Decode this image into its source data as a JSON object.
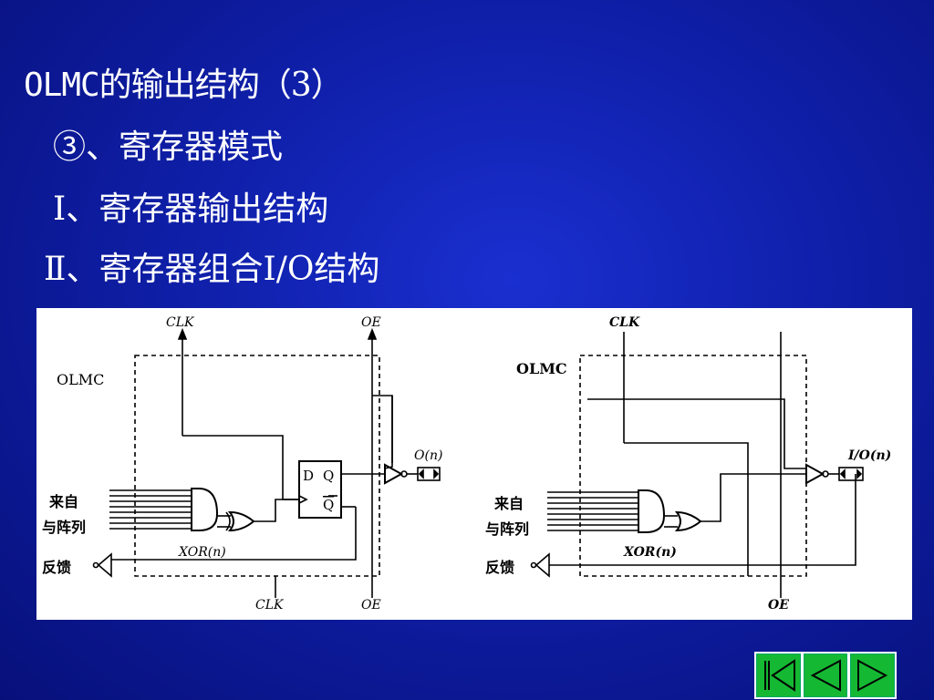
{
  "slide": {
    "title_prefix": "OLMC",
    "title_suffix": "的输出结构（3）",
    "lines": [
      "③、寄存器模式",
      "Ⅰ、寄存器输出结构",
      "Ⅱ、寄存器组合I/O结构"
    ]
  },
  "diagram_left": {
    "clk_top": "CLK",
    "oe_top": "OE",
    "block": "OLMC",
    "input_label_1": "来自",
    "input_label_2": "与阵列",
    "feedback": "反馈",
    "xor": "XOR(n)",
    "out": "O(n)",
    "ff_d": "D",
    "ff_q": "Q",
    "ff_qbar": "Q",
    "clk_bottom": "CLK",
    "oe_bottom": "OE"
  },
  "diagram_right": {
    "clk_top": "CLK",
    "block": "OLMC",
    "input_label_1": "来自",
    "input_label_2": "与阵列",
    "feedback": "反馈",
    "xor": "XOR(n)",
    "out": "I/O(n)",
    "oe_bottom": "OE"
  },
  "nav": {
    "first": "first-slide",
    "prev": "previous-slide",
    "next": "next-slide"
  },
  "colors": {
    "background": "#0f1fa8",
    "nav_green": "#15b833"
  }
}
